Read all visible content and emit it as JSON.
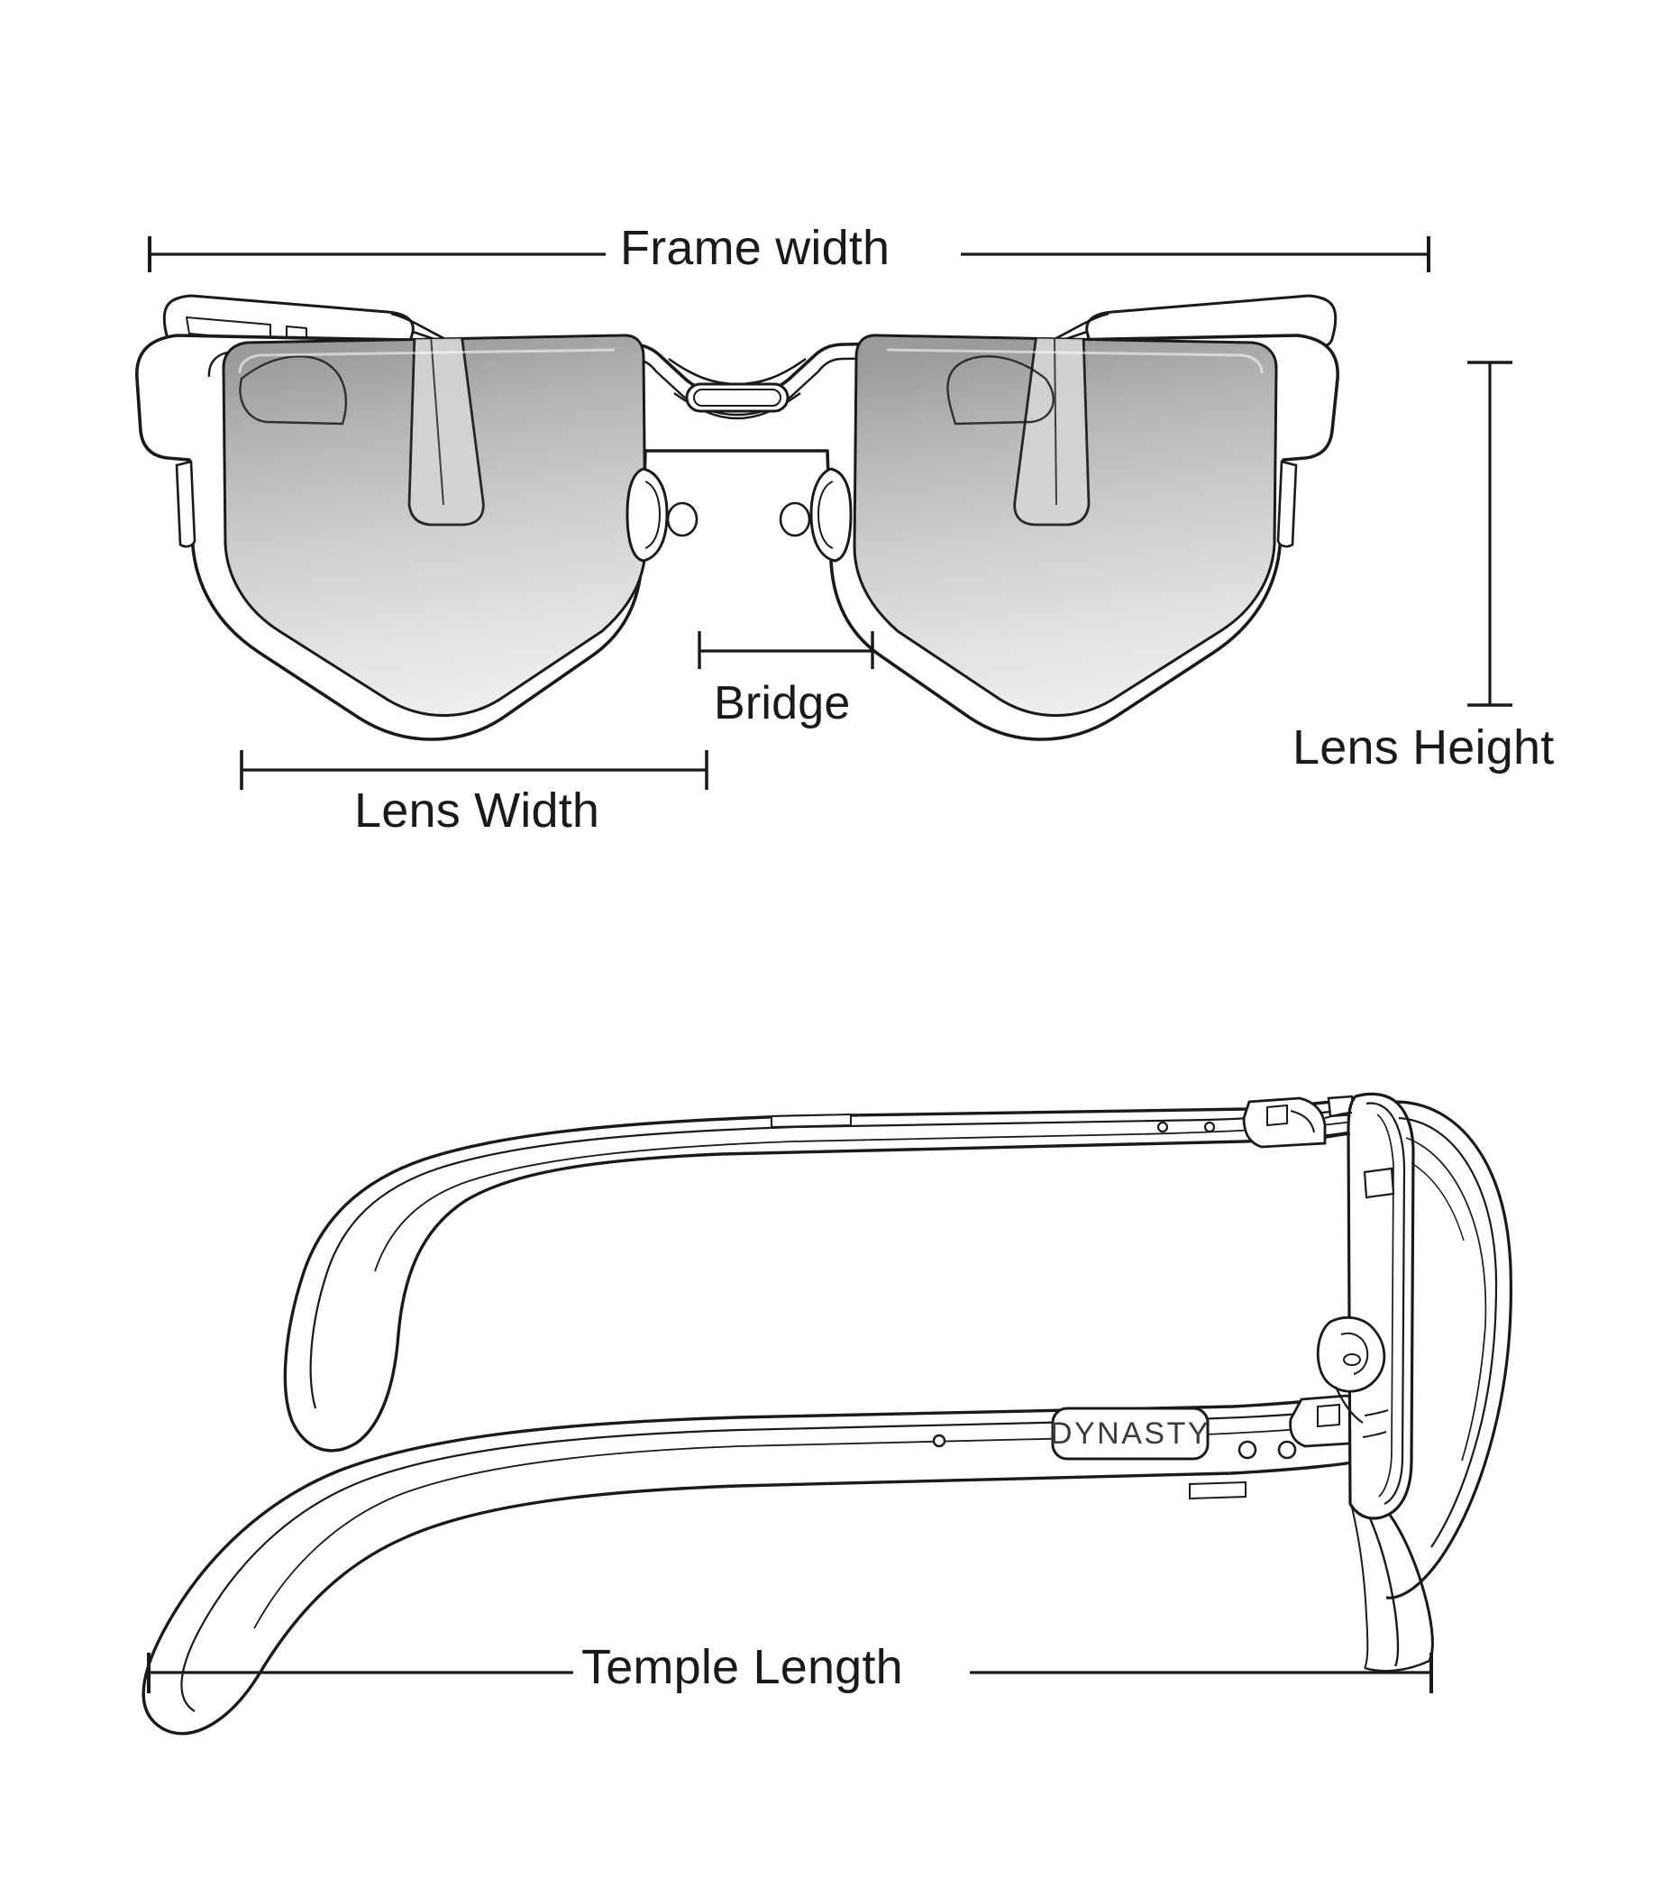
{
  "document": {
    "type": "eyewear-measurement-diagram",
    "background_color": "#ffffff",
    "line_color": "#1a1a1a",
    "brand": "DYNASTY"
  },
  "measurements": {
    "frame_width": "Frame width",
    "bridge": "Bridge",
    "lens_width": "Lens Width",
    "lens_height": "Lens Height",
    "temple_length": "Temple Length"
  },
  "views": {
    "front": {
      "name": "front-view-sunglasses",
      "lens_tint": "gradient-gray"
    },
    "side": {
      "name": "side-view-sunglasses",
      "temple_logo": "DYNASTY"
    }
  },
  "branding": {
    "temple_plate_text": "DYNASTY"
  }
}
